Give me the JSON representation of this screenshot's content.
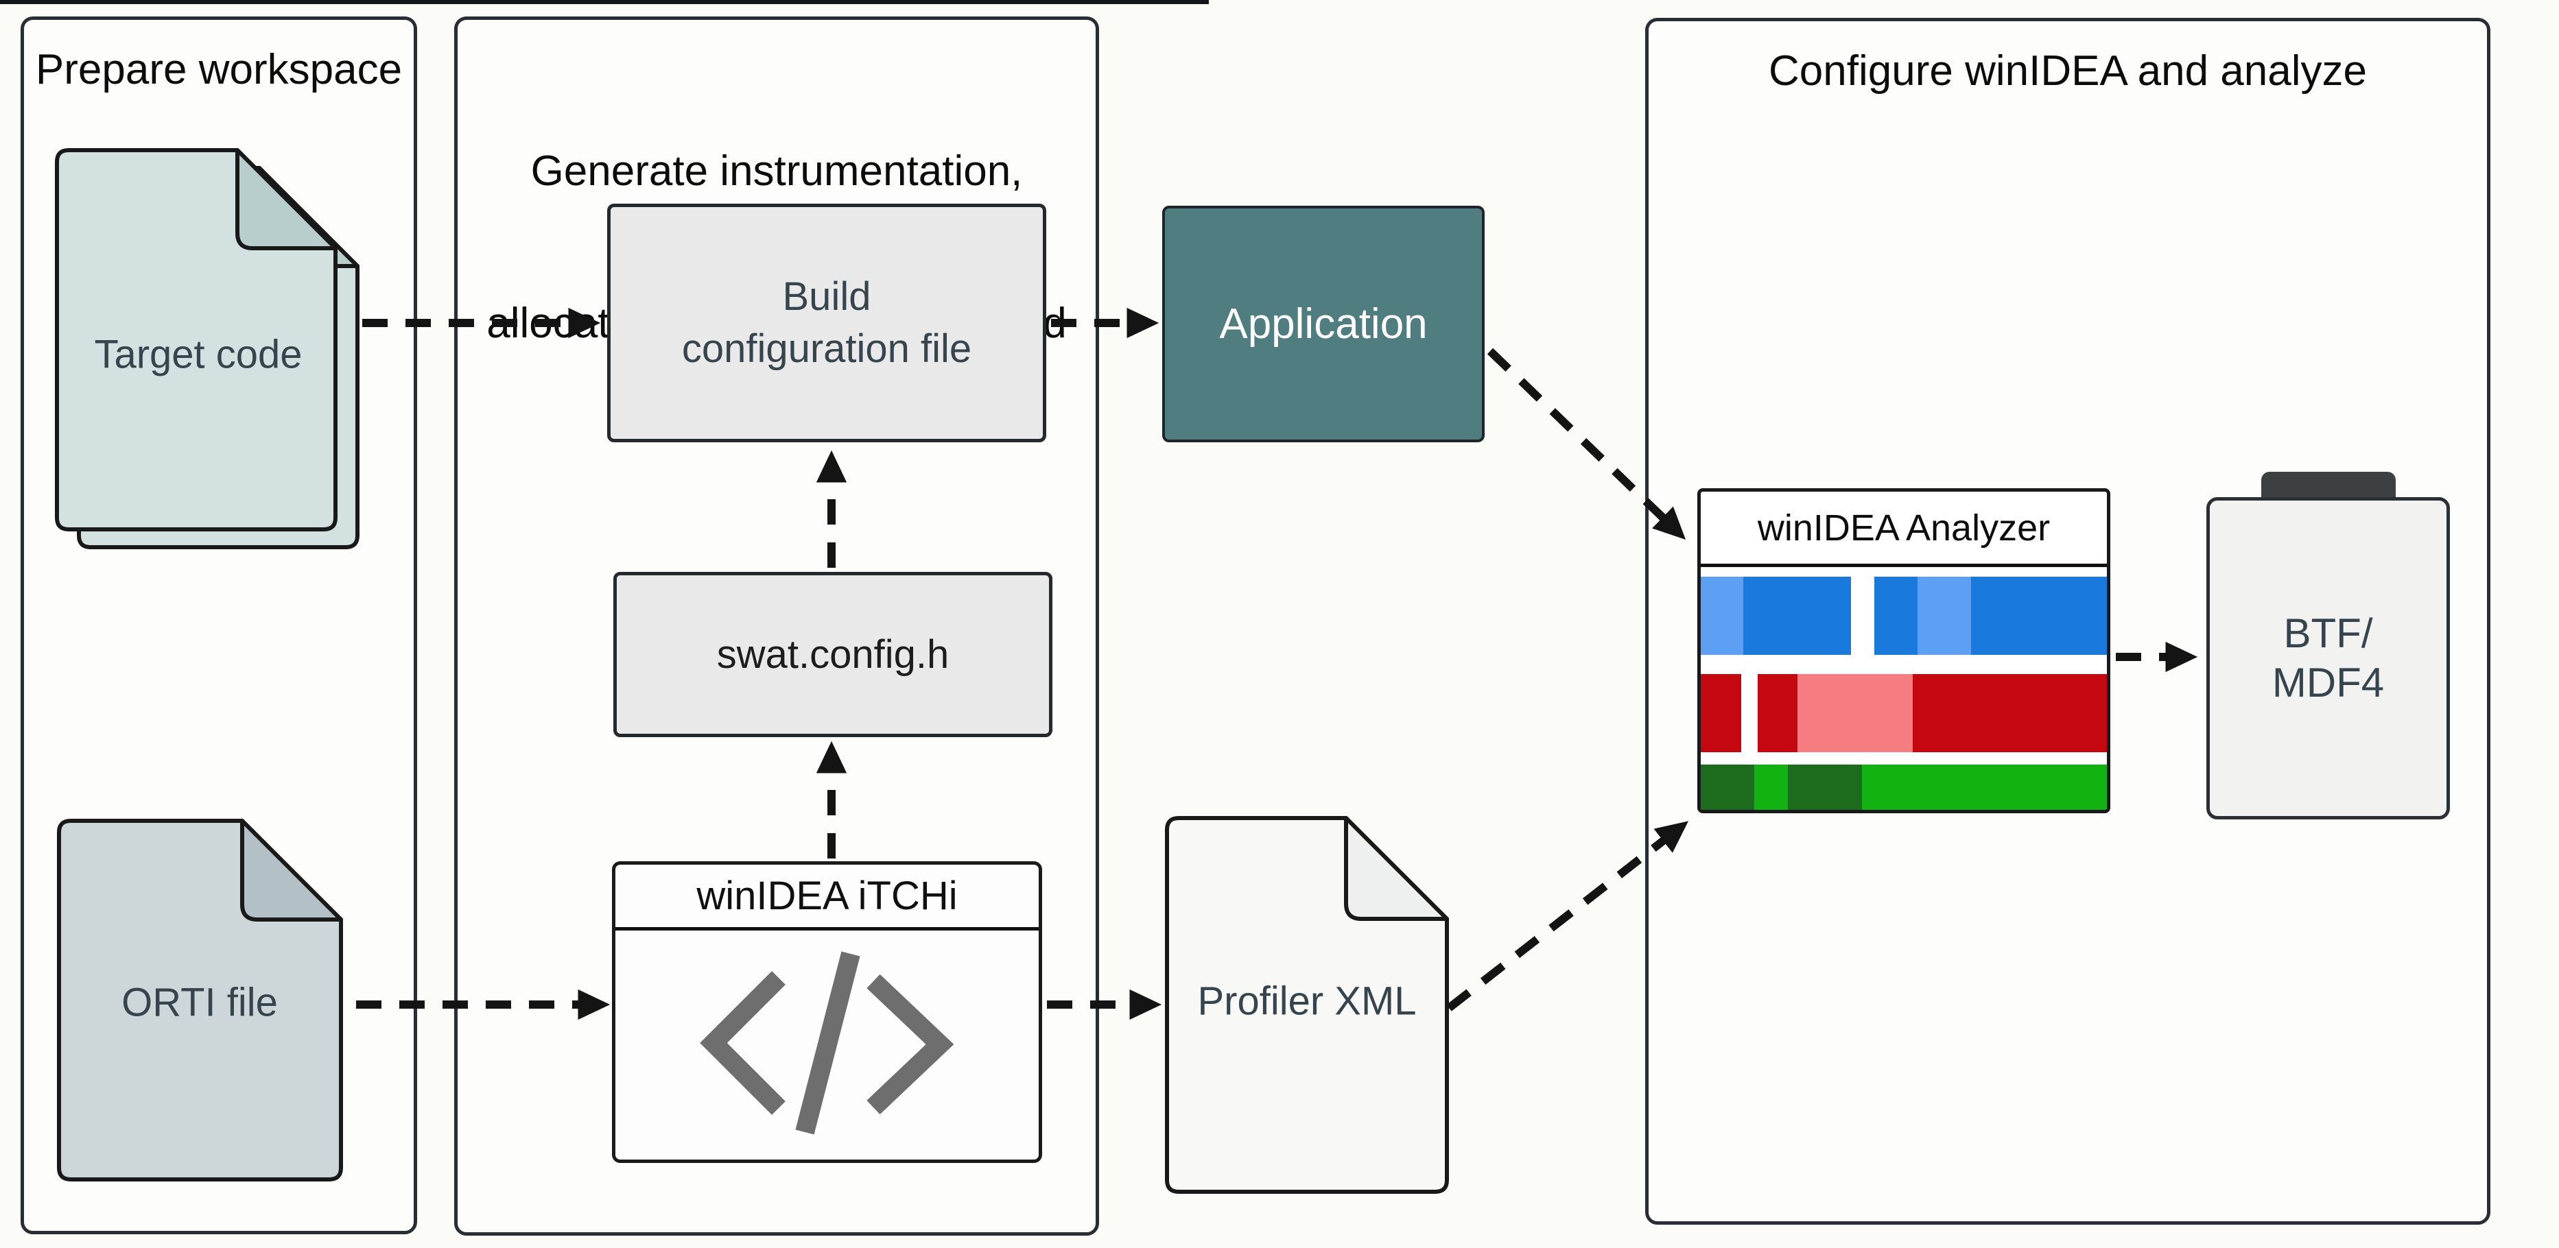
{
  "page": {
    "background": "#fbfbf8",
    "artifact_line_color": "#14171a"
  },
  "sections": {
    "prepare": {
      "title": "Prepare workspace"
    },
    "generate": {
      "line1": "Generate instrumentation,",
      "line2": "allocate SWAT buffer and build"
    },
    "configure": {
      "title": "Configure winIDEA and analyze"
    }
  },
  "nodes": {
    "target_code": {
      "label": "Target code",
      "icon": "document-stack-icon"
    },
    "orti_file": {
      "label": "ORTI file",
      "icon": "document-icon"
    },
    "build_config": {
      "line1": "Build",
      "line2": "configuration file"
    },
    "swat_config": {
      "label": "swat.config.h"
    },
    "itchi": {
      "title": "winIDEA iTCHi",
      "icon": "code-slash-icon"
    },
    "application": {
      "label": "Application"
    },
    "profiler_xml": {
      "label": "Profiler XML",
      "icon": "document-icon"
    },
    "analyzer": {
      "title": "winIDEA Analyzer",
      "icon": "profiler-timeline-tracks"
    },
    "btf_mdf4": {
      "line1": "BTF/",
      "line2": "MDF4",
      "icon": "clipboard-icon"
    }
  },
  "arrows": [
    {
      "from": "target_code",
      "to": "build_config",
      "style": "dashed"
    },
    {
      "from": "build_config",
      "to": "application",
      "style": "dashed"
    },
    {
      "from": "application",
      "to": "analyzer",
      "style": "dashed"
    },
    {
      "from": "swat_config",
      "to": "build_config",
      "style": "dashed"
    },
    {
      "from": "itchi",
      "to": "swat_config",
      "style": "dashed"
    },
    {
      "from": "orti_file",
      "to": "itchi",
      "style": "dashed"
    },
    {
      "from": "itchi",
      "to": "profiler_xml",
      "style": "dashed"
    },
    {
      "from": "profiler_xml",
      "to": "analyzer",
      "style": "dashed"
    },
    {
      "from": "analyzer",
      "to": "btf_mdf4",
      "style": "dashed"
    }
  ],
  "colors": {
    "accent_teal": "#4f7d80",
    "label_slate": "#36454d",
    "box_gray_fill": "#e9e9e9",
    "doc_target_fill": "#d3e1e0",
    "doc_target_fold": "#b7cecd",
    "doc_orti_fill": "#cdd6d9",
    "doc_orti_fold": "#b3c0c5",
    "doc_profiler_fill": "#f8f8f7",
    "doc_profiler_fold": "#eef0f0",
    "clip_dark": "#3c4043",
    "arrow_black": "#141414",
    "analyzer_blue": "#1a79dd",
    "analyzer_blue_light": "#5d9ff3",
    "analyzer_red": "#c50710",
    "analyzer_red_light": "#f57d82",
    "analyzer_green": "#12b212",
    "analyzer_green_dark": "#1d6b1d"
  },
  "analyzer_tracks": [
    {
      "name": "trace-track-blue",
      "segments": [
        {
          "start": 0.0,
          "end": 0.105,
          "color": "#5d9ff3"
        },
        {
          "start": 0.105,
          "end": 0.37,
          "color": "#1a79dd"
        },
        {
          "start": 0.427,
          "end": 0.533,
          "color": "#1a79dd"
        },
        {
          "start": 0.533,
          "end": 0.666,
          "color": "#5d9ff3"
        },
        {
          "start": 0.666,
          "end": 1.0,
          "color": "#1a79dd"
        }
      ]
    },
    {
      "name": "trace-track-red",
      "segments": [
        {
          "start": 0.0,
          "end": 0.099,
          "color": "#c50710"
        },
        {
          "start": 0.14,
          "end": 0.238,
          "color": "#c50710"
        },
        {
          "start": 0.238,
          "end": 0.522,
          "color": "#f57d82"
        },
        {
          "start": 0.522,
          "end": 1.0,
          "color": "#c50710"
        }
      ]
    },
    {
      "name": "trace-track-green",
      "segments": [
        {
          "start": 0.0,
          "end": 0.131,
          "color": "#1d6b1d"
        },
        {
          "start": 0.131,
          "end": 0.215,
          "color": "#12b212"
        },
        {
          "start": 0.215,
          "end": 0.397,
          "color": "#1d6b1d"
        },
        {
          "start": 0.397,
          "end": 1.0,
          "color": "#12b212"
        }
      ]
    }
  ]
}
